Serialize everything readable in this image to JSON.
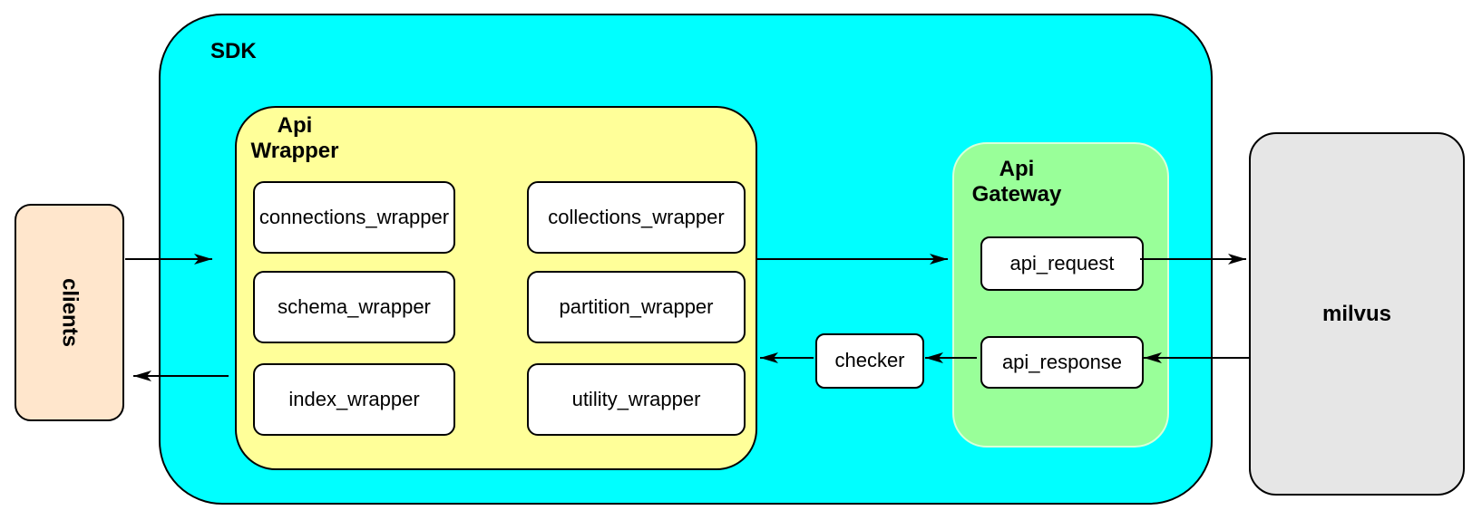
{
  "nodes": {
    "clients": {
      "label": "clients"
    },
    "sdk": {
      "label": "SDK"
    },
    "api_wrapper": {
      "label": "Api\nWrapper",
      "children": [
        "connections_wrapper",
        "collections_wrapper",
        "schema_wrapper",
        "partition_wrapper",
        "index_wrapper",
        "utility_wrapper"
      ]
    },
    "checker": {
      "label": "checker"
    },
    "api_gateway": {
      "label": "Api\nGateway",
      "children": [
        "api_request",
        "api_response"
      ]
    },
    "milvus": {
      "label": "milvus"
    }
  },
  "colors": {
    "sdk_fill": "#00FFFF",
    "api_wrapper_fill": "#FFFF99",
    "api_gateway_fill": "#99FF99",
    "clients_fill": "#FFE6CC",
    "milvus_fill": "#E6E6E6",
    "inner_node_fill": "#FFFFFF",
    "border": "#000000"
  },
  "edges": [
    {
      "from": "clients",
      "to": "api_wrapper",
      "direction": "right"
    },
    {
      "from": "api_wrapper",
      "to": "api_request",
      "direction": "right"
    },
    {
      "from": "api_request",
      "to": "milvus",
      "direction": "right"
    },
    {
      "from": "milvus",
      "to": "api_response",
      "direction": "left"
    },
    {
      "from": "api_response",
      "to": "checker",
      "direction": "left"
    },
    {
      "from": "checker",
      "to": "api_wrapper",
      "direction": "left"
    },
    {
      "from": "api_wrapper",
      "to": "clients",
      "direction": "left"
    }
  ]
}
